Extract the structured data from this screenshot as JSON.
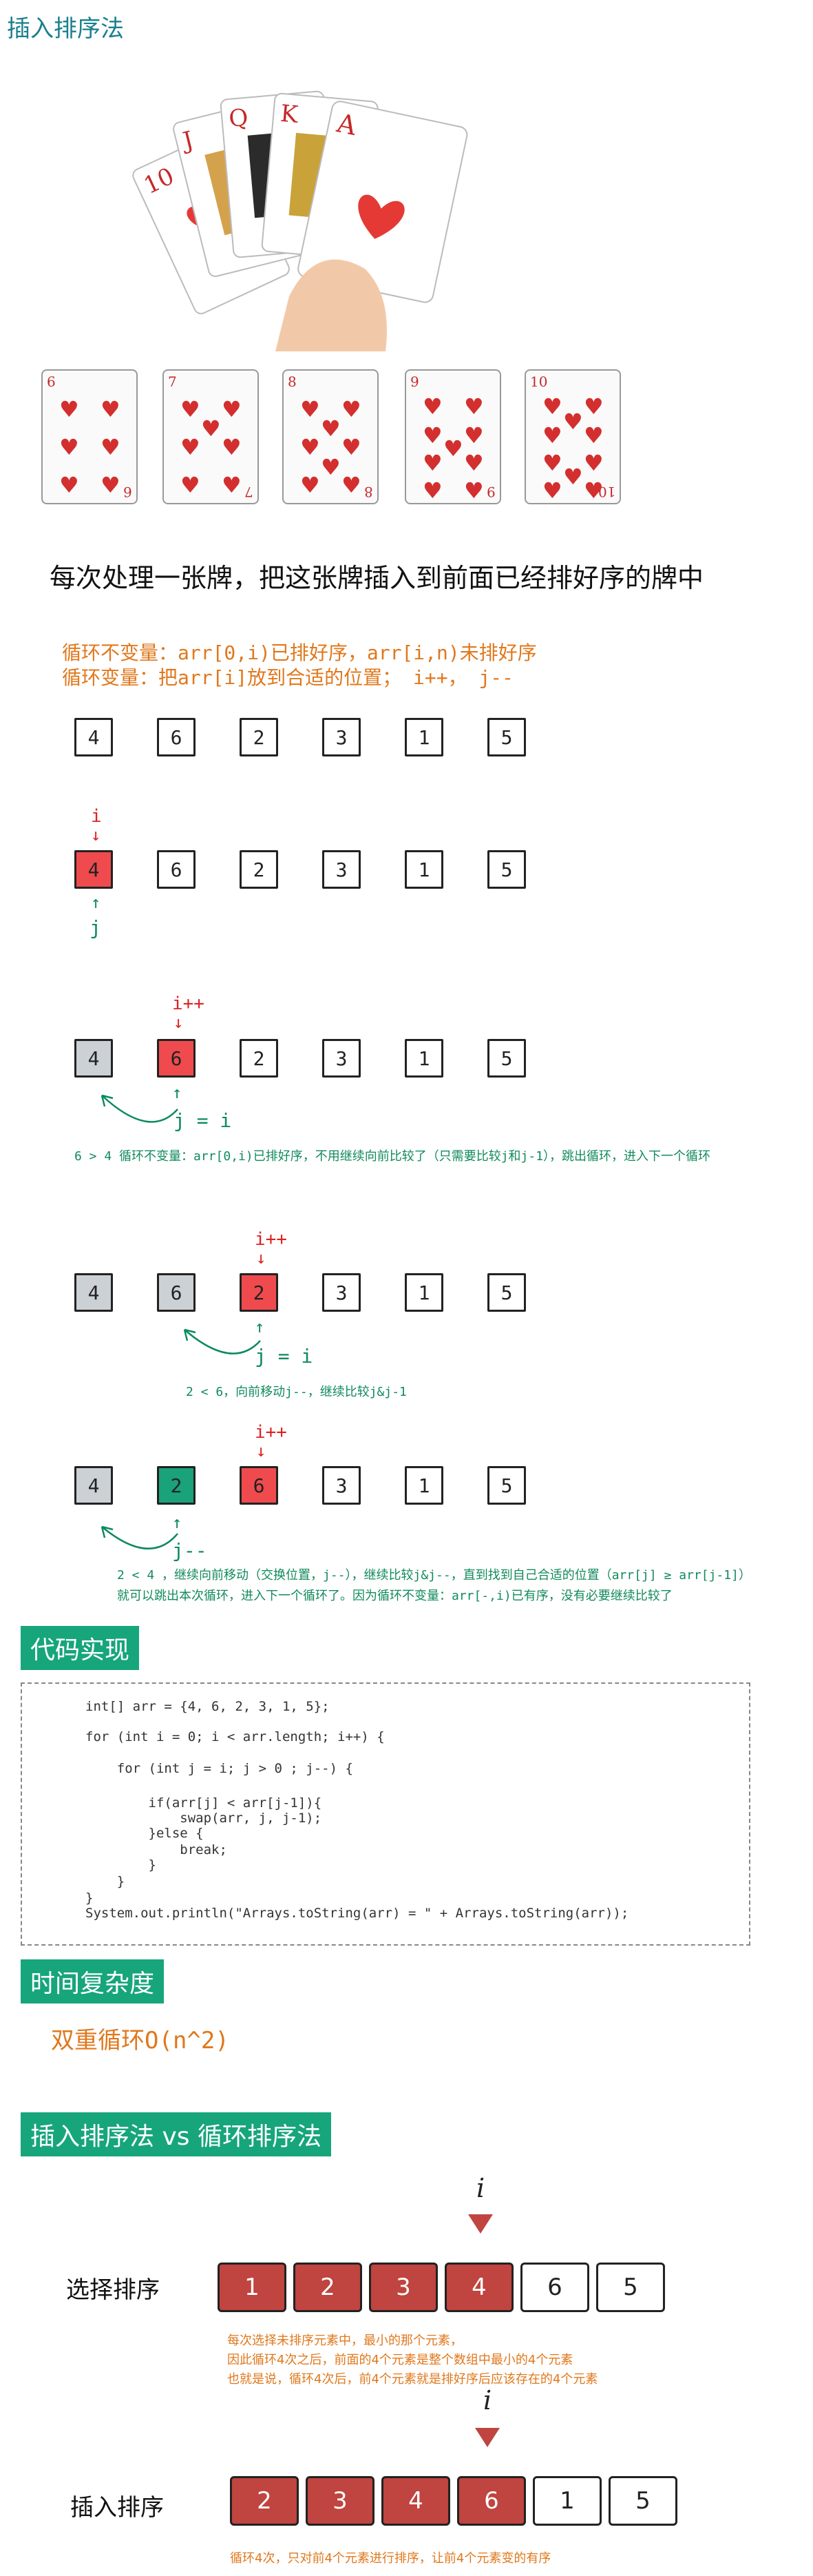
{
  "page_title": "插入排序法",
  "cards": [
    {
      "rank": "6",
      "pips": 6
    },
    {
      "rank": "7",
      "pips": 7
    },
    {
      "rank": "8",
      "pips": 8
    },
    {
      "rank": "9",
      "pips": 9
    },
    {
      "rank": "10",
      "pips": 10
    }
  ],
  "hand_cards": [
    "10",
    "J",
    "Q",
    "K",
    "A"
  ],
  "subtitle": "每次处理一张牌，把这张牌插入到前面已经排好序的牌中",
  "invariant_1": "循环不变量：arr[0,i)已排好序，arr[i,n)未排好序",
  "invariant_2": "循环变量：把arr[i]放到合适的位置； i++， j--",
  "row0": [
    "4",
    "6",
    "2",
    "3",
    "1",
    "5"
  ],
  "row1": [
    "4",
    "6",
    "2",
    "3",
    "1",
    "5"
  ],
  "row2": [
    "4",
    "6",
    "2",
    "3",
    "1",
    "5"
  ],
  "row3": [
    "4",
    "6",
    "2",
    "3",
    "1",
    "5"
  ],
  "row4": [
    "4",
    "2",
    "6",
    "3",
    "1",
    "5"
  ],
  "labels": {
    "i": "i",
    "j": "j",
    "i_pp": "i++",
    "j_eq_i": "j = i",
    "j_mm": "j--"
  },
  "note_1": "6 > 4 循环不变量：arr[0,i)已排好序，不用继续向前比较了（只需要比较j和j-1），跳出循环，进入下一个循环",
  "note_2": "2 < 6，向前移动j--，继续比较j&j-1",
  "note_3a": "2 < 4 ，继续向前移动（交换位置，j--），继续比较j&j--，直到找到自己合适的位置（arr[j] ≥ arr[j-1]）",
  "note_3b": "就可以跳出本次循环，进入下一个循环了。因为循环不变量：arr[-,i)已有序，没有必要继续比较了",
  "code_title": "代码实现",
  "code_lines": [
    "int[] arr = {4, 6, 2, 3, 1, 5};",
    "for (int i = 0; i < arr.length; i++) {",
    "    for (int j = i; j > 0 ; j--) {",
    "        if(arr[j] < arr[j-1]){",
    "            swap(arr, j, j-1);",
    "        }else {",
    "            break;",
    "        }",
    "    }",
    "}",
    "System.out.println(\"Arrays.toString(arr) = \" + Arrays.toString(arr));"
  ],
  "complexity_title": "时间复杂度",
  "complexity_text": "双重循环O(n^2)",
  "compare_title": "插入排序法 vs 循环排序法",
  "select": {
    "label": "选择排序",
    "pointer": "i",
    "values": [
      "1",
      "2",
      "3",
      "4",
      "6",
      "5"
    ],
    "notes": [
      "每次选择未排序元素中，最小的那个元素，",
      "因此循环4次之后，前面的4个元素是整个数组中最小的4个元素",
      "也就是说，循环4次后，前4个元素就是排好序后应该存在的4个元素"
    ]
  },
  "insert": {
    "label": "插入排序",
    "pointer": "i",
    "values": [
      "2",
      "3",
      "4",
      "6",
      "1",
      "5"
    ],
    "note": "循环4次，只对前4个元素进行排序，让前4个元素变的有序"
  },
  "colors": {
    "title_teal": "#1a7f8e",
    "badge_green": "#17a57c",
    "red_box": "#ef4b4e",
    "gray_box": "#ccd1d6",
    "green_box": "#1aa27b",
    "orange_text": "#e0781c",
    "dark_red_box": "#c0443f"
  }
}
